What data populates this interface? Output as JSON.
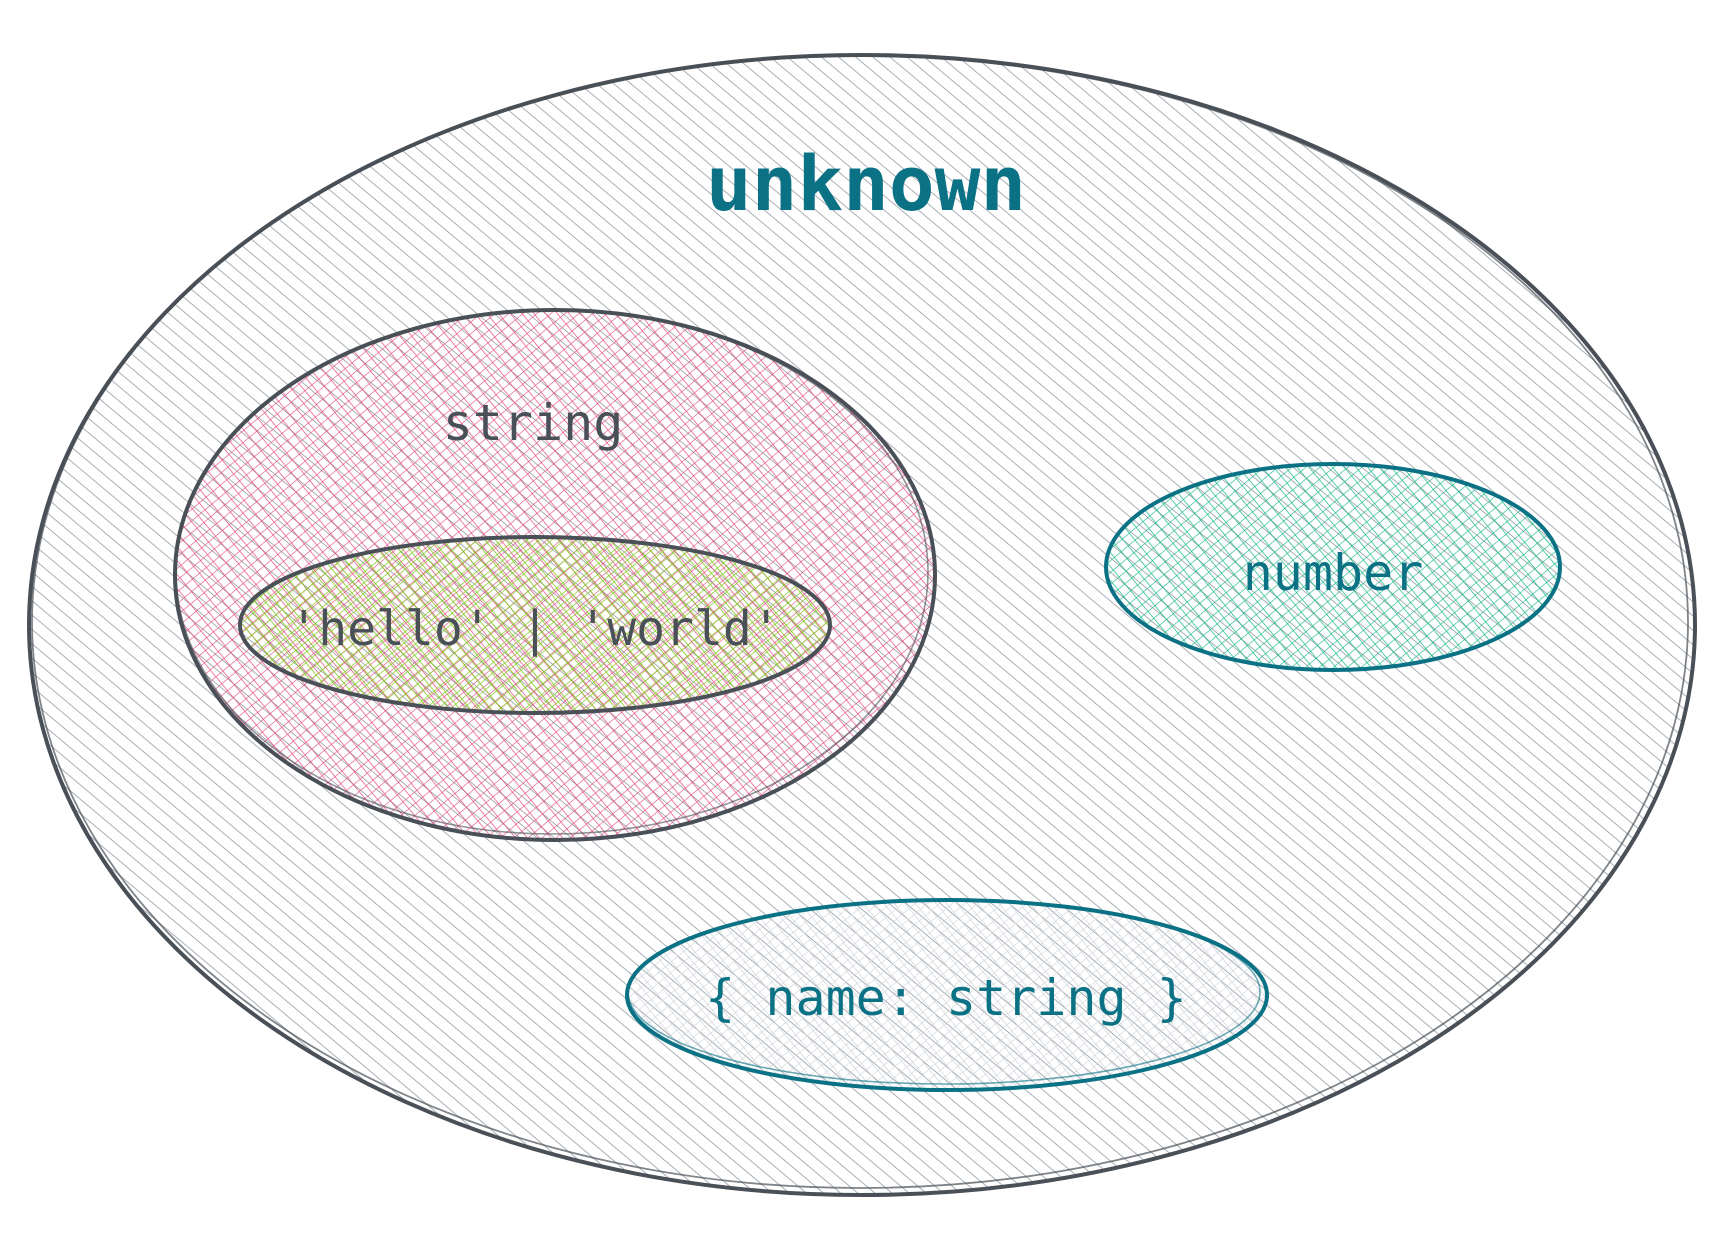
{
  "diagram": {
    "sets": {
      "unknown": {
        "label": "unknown",
        "fill": "#868e96",
        "stroke": "#495057",
        "text_color": "#0b7285"
      },
      "string": {
        "label": "string",
        "fill": "#e64980",
        "stroke": "#495057",
        "text_color": "#495057"
      },
      "literal": {
        "label": "'hello' | 'world'",
        "fill": "#82c91e",
        "stroke": "#495057",
        "text_color": "#495057"
      },
      "number": {
        "label": "number",
        "fill": "#12b886",
        "stroke": "#0b7285",
        "text_color": "#0b7285"
      },
      "object": {
        "label": "{ name: string }",
        "fill": "#ced4da",
        "stroke": "#0b7285",
        "text_color": "#0b7285"
      }
    }
  }
}
